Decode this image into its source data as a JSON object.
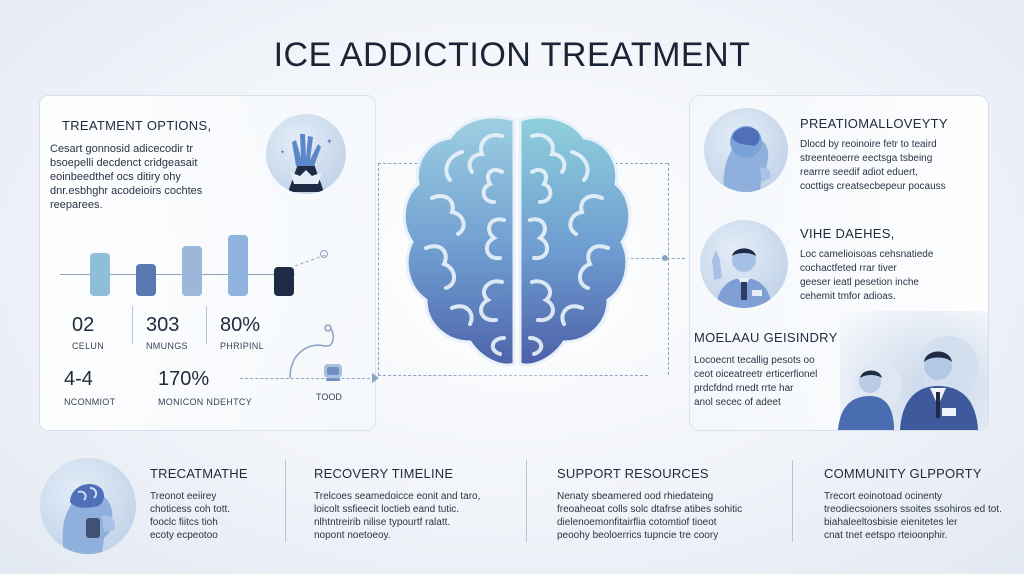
{
  "title": "ICE ADDICTION TREATMENT",
  "left": {
    "heading": "TREATMENT OPTIONS,",
    "paragraph": [
      "Cesart gonnosid adicecodir tr",
      "bsoepelli decdenct cridgeasait",
      "eoinbeedthef ocs ditiry ohy",
      "dnr.esbhghr acodeioirs cochtes",
      "reeparees."
    ],
    "stats_row1": [
      {
        "value": "02",
        "label": "CELUN"
      },
      {
        "value": "303",
        "label": "NMUNGS"
      },
      {
        "value": "80%",
        "label": "PHRIPINL"
      }
    ],
    "stats_row2": [
      {
        "value": "4-4",
        "label": "NCONMIOT"
      },
      {
        "value": "170%",
        "label": "MONICON NDEHTCY"
      }
    ],
    "bars": [
      {
        "level": 0.6,
        "color": "#8fbfd6"
      },
      {
        "level": 0.45,
        "color": "#5878b2"
      },
      {
        "level": 0.7,
        "color": "#9db7da"
      },
      {
        "level": 0.85,
        "color": "#8fb4dd"
      },
      {
        "level": 0.4,
        "color": "#1f2a44"
      }
    ]
  },
  "center": {
    "tool_label": "TOOD"
  },
  "right": {
    "block1_heading": "PREATIOMALLOVEYTY",
    "block1_paragraph": [
      "Dlocd by reoinoire fetr to teaird",
      "streenteoerre eectsga tsbeing",
      "rearrre seedif adiot eduert,",
      "cocttigs creatsecbepeur pocauss"
    ],
    "block2_heading": "VIHE DAEHES,",
    "block2_paragraph": [
      "Loc camelioisoas cehsnatiede",
      "cochactfeted rrar tiver",
      "geeser ieatl pesetion inche",
      "cehemit tmfor adioas."
    ],
    "block3_heading": "MOELAAU GEISINDRY",
    "block3_paragraph": [
      "Locoecnt tecallig pesots oo",
      "ceot oiceatreetr erticerfionel",
      "prdcfdnd rnedt rrte har",
      "anol secec of adeet"
    ]
  },
  "bottom": {
    "col1": {
      "title": "TRECATMATHE",
      "lines": [
        "Treonot eeiirey",
        "choticess coh tott.",
        "fooclc fiitcs tioh",
        "ecoty ecpeotoo"
      ]
    },
    "col2": {
      "title": "RECOVERY TIMELINE",
      "lines": [
        "Trelcoes seamedoicce eonit and taro,",
        "loicolt ssfieecit loctieb eand tutic.",
        "nlhtntreirib nilise typourtf ralatt.",
        "nopont noetoeoy."
      ]
    },
    "col3": {
      "title": "SUPPORT RESOURCES",
      "lines": [
        "Nenaty sbeamered ood rhiedateing",
        "freoaheoat colls solc dtafrse atibes sohitic",
        "dielenoemonfitairflia cotomtiof tioeot",
        "peoohy beoloerrics tupncie tre coory"
      ]
    },
    "col4": {
      "title": "COMMUNITY GLPPORTY",
      "lines": [
        "Trecort eoinotoad ocinenty",
        "treodiecsoioners ssoites ssohiros ed tot.",
        "biahaleeltosbisie eienitetes ler",
        "cnat tnet eetspo rteioonphir."
      ]
    }
  },
  "colors": {
    "brain_light": "#8fc4dd",
    "brain_dark": "#5a72b4",
    "accent_dark": "#1f2a44"
  }
}
